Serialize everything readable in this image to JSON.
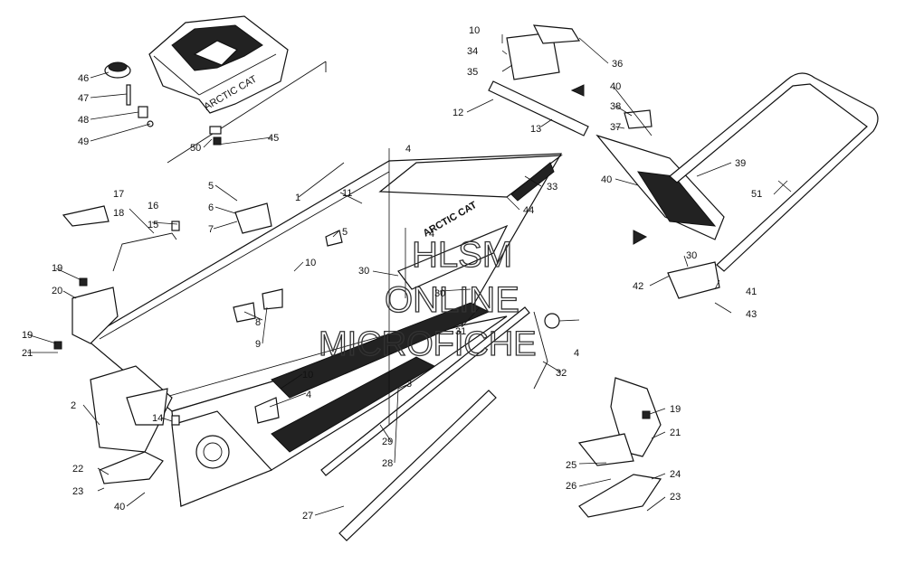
{
  "watermark": {
    "line1": "HLSM",
    "line2": "ONLINE",
    "line3": "MICROFICHE"
  },
  "brand_texts": {
    "frame_logo": "ARCTIC CAT",
    "seat_logo": "ARCTIC CAT"
  },
  "callouts": [
    "1",
    "2",
    "3",
    "4",
    "5",
    "6",
    "7",
    "8",
    "9",
    "10",
    "11",
    "12",
    "13",
    "14",
    "15",
    "16",
    "17",
    "18",
    "19",
    "20",
    "21",
    "22",
    "23",
    "24",
    "25",
    "26",
    "27",
    "28",
    "29",
    "30",
    "31",
    "32",
    "33",
    "34",
    "35",
    "36",
    "37",
    "38",
    "39",
    "40",
    "41",
    "42",
    "43",
    "44",
    "45",
    "46",
    "47",
    "48",
    "49",
    "50",
    "51"
  ]
}
